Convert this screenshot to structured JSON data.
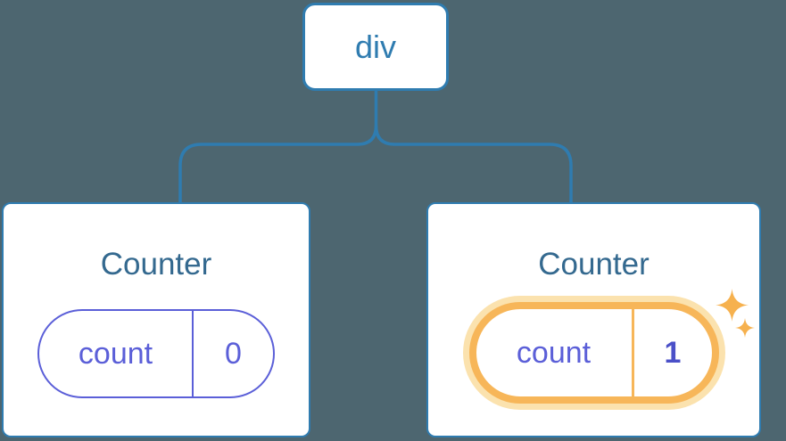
{
  "diagram": {
    "description": "React component tree diagram with a root div element and two Counter children holding count state",
    "root": {
      "label": "div"
    },
    "children": [
      {
        "title": "Counter",
        "state": {
          "name": "count",
          "value": "0"
        },
        "highlighted": false
      },
      {
        "title": "Counter",
        "state": {
          "name": "count",
          "value": "1"
        },
        "highlighted": true
      }
    ],
    "icons": {
      "sparkle_large": "sparkle-icon",
      "sparkle_small": "sparkle-icon"
    },
    "colors": {
      "background": "#4d6670",
      "line_blue": "#2f7cb0",
      "title_blue": "#34698f",
      "state_purple": "#5b5fd8",
      "value_bold_purple": "#4b50c8",
      "highlight_orange": "#f7b659",
      "highlight_glow": "#fbe2ae",
      "sparkle_orange": "#f6b14e",
      "card_background": "#ffffff"
    }
  }
}
